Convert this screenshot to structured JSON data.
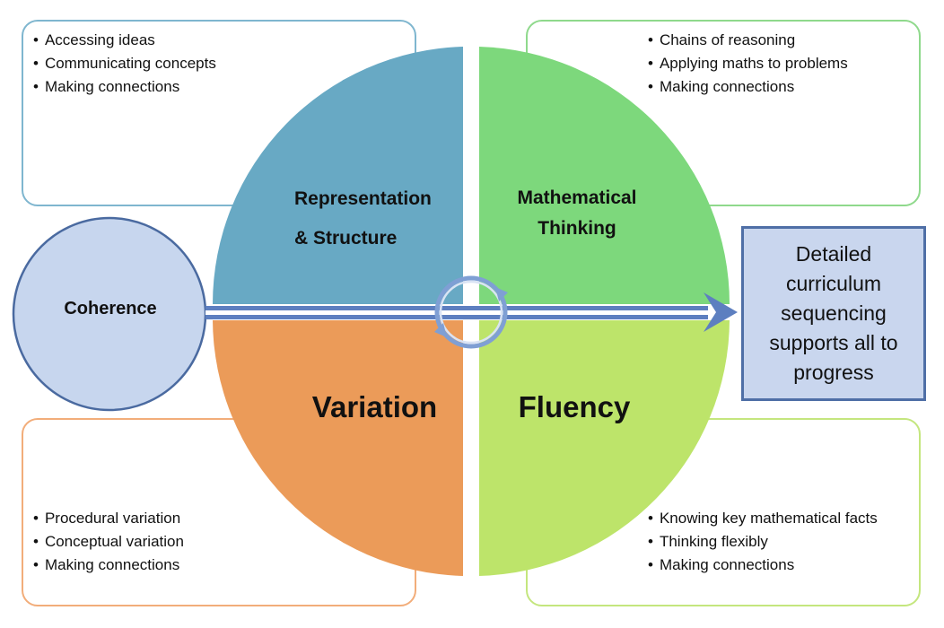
{
  "representation_box": {
    "items": [
      "Accessing ideas",
      "Communicating concepts",
      "Making connections"
    ]
  },
  "mathematical_thinking_box": {
    "items": [
      "Chains of reasoning",
      "Applying maths to problems",
      "Making connections"
    ]
  },
  "variation_box": {
    "items": [
      "Procedural variation",
      "Conceptual variation",
      "Making connections"
    ]
  },
  "fluency_box": {
    "items": [
      "Knowing key mathematical facts",
      "Thinking flexibly",
      "Making connections"
    ]
  },
  "quadrants": {
    "representation": {
      "line1": "Representation",
      "line2": "& Structure",
      "color": "#68a9c4"
    },
    "mathematical_thinking": {
      "line1": "Mathematical",
      "line2": "Thinking",
      "color": "#7dd87c"
    },
    "variation": {
      "label": "Variation",
      "color": "#eb9b59"
    },
    "fluency": {
      "label": "Fluency",
      "color": "#bde46a"
    }
  },
  "coherence": {
    "label": "Coherence",
    "color": "#c7d6ee"
  },
  "result": {
    "text": "Detailed curriculum sequencing supports all to progress"
  },
  "colors": {
    "arrow": "#5d7fc0",
    "box_border_blue": "#7fb6cf",
    "box_border_green": "#8fd98c",
    "box_border_orange": "#f2ad7a",
    "box_border_lime": "#c4e67e",
    "circle_border": "#4a6aa0"
  }
}
